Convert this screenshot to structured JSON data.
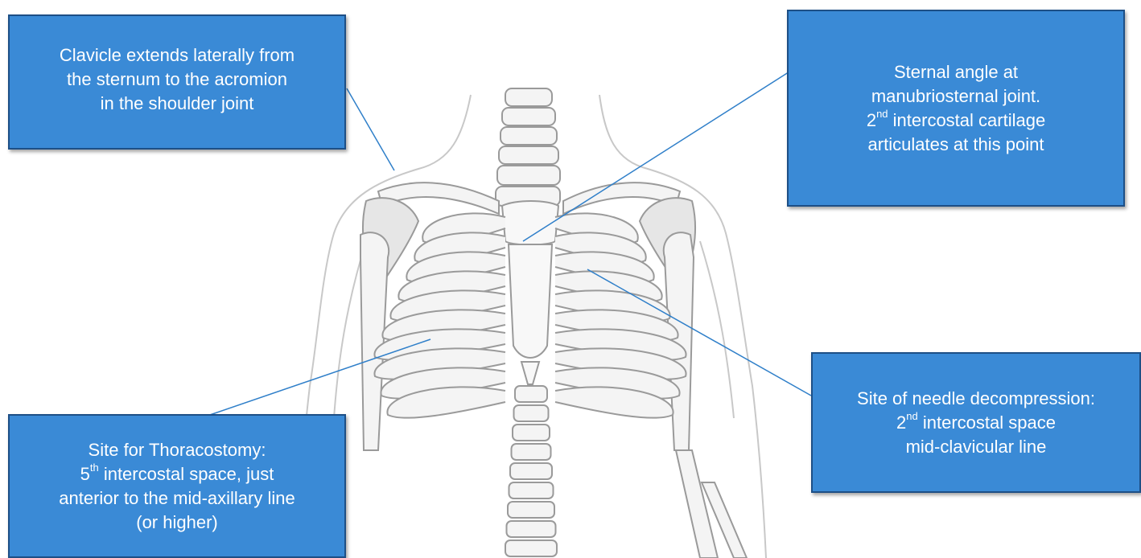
{
  "callouts": {
    "clavicle": {
      "lines": [
        "Clavicle extends laterally from",
        "the sternum to the acromion",
        "in the shoulder joint"
      ]
    },
    "sternal_angle": {
      "line1": "Sternal angle at",
      "line2": "manubriosternal joint.",
      "line3_num": "2",
      "line3_sup": "nd",
      "line3_rest": " intercostal cartilage",
      "line4": "articulates at this point"
    },
    "needle": {
      "line1": "Site of needle decompression:",
      "line2_num": "2",
      "line2_sup": "nd",
      "line2_rest": " intercostal space",
      "line3": "mid-clavicular line"
    },
    "thoracostomy": {
      "line1": "Site for Thoracostomy:",
      "line2_num": "5",
      "line2_sup": "th",
      "line2_rest": " intercostal space, just",
      "line3": "anterior to the mid-axillary line",
      "line4": "(or higher)"
    }
  },
  "colors": {
    "callout_fill": "#3a8ad6",
    "callout_border": "#1d4f86",
    "leader_line": "#2f7fc9",
    "bone_outline": "#9a9a9a",
    "bone_fill": "#f4f4f4",
    "body_outline": "#c8c8c8"
  }
}
